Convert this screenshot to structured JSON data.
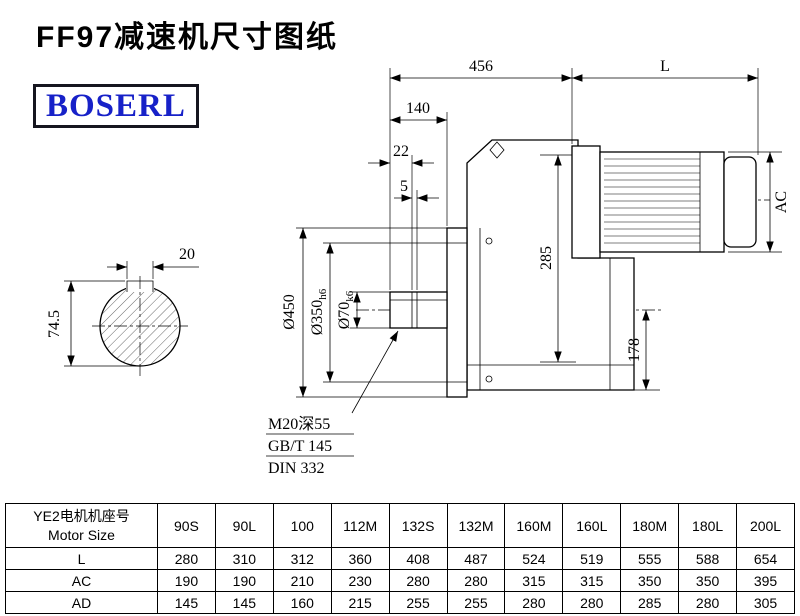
{
  "title": "FF97减速机尺寸图纸",
  "logo": "BOSERL",
  "drawing": {
    "dim_456": "456",
    "dim_L": "L",
    "dim_140": "140",
    "dim_22": "22",
    "dim_5": "5",
    "dim_AC": "AC",
    "dim_285": "285",
    "dim_178": "178",
    "dia_450": "Ø450",
    "dia_350": "Ø350",
    "dia_350_tol": "h6",
    "dia_70": "Ø70",
    "dia_70_tol": "k6",
    "dim_20": "20",
    "dim_74_5": "74.5",
    "note_tap": "M20深55",
    "note_gb": "GB/T 145",
    "note_din": "DIN 332"
  },
  "table": {
    "header_cn": "YE2电机机座号",
    "header_en": "Motor Size",
    "columns": [
      "90S",
      "90L",
      "100",
      "112M",
      "132S",
      "132M",
      "160M",
      "160L",
      "180M",
      "180L",
      "200L"
    ],
    "rows": [
      {
        "label": "L",
        "values": [
          "280",
          "310",
          "312",
          "360",
          "408",
          "487",
          "524",
          "519",
          "555",
          "588",
          "654"
        ]
      },
      {
        "label": "AC",
        "values": [
          "190",
          "190",
          "210",
          "230",
          "280",
          "280",
          "315",
          "315",
          "350",
          "350",
          "395"
        ]
      },
      {
        "label": "AD",
        "values": [
          "145",
          "145",
          "160",
          "215",
          "255",
          "255",
          "280",
          "280",
          "285",
          "280",
          "305"
        ]
      }
    ]
  }
}
